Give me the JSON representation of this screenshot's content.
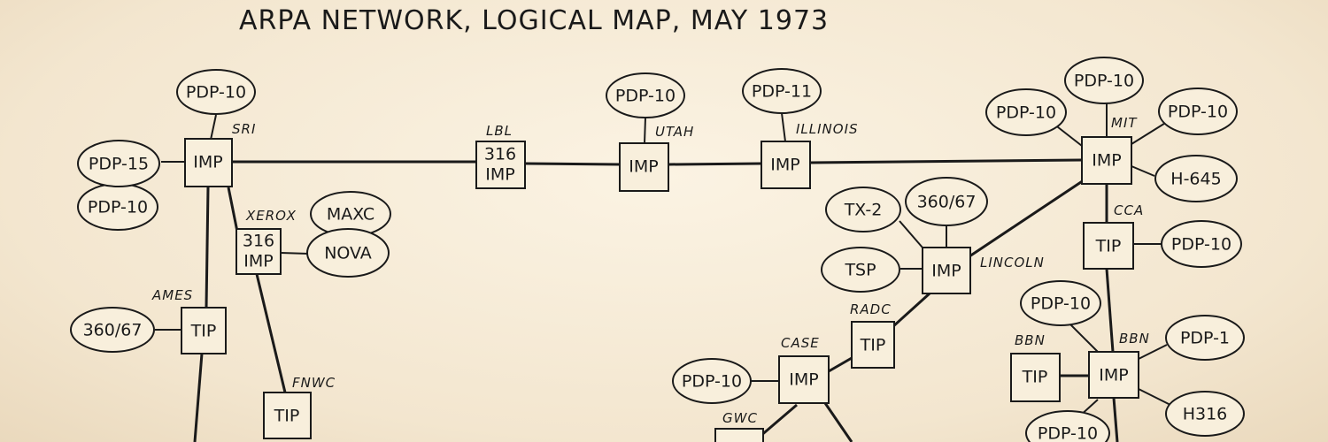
{
  "title": "ARPA NETWORK, LOGICAL MAP, MAY 1973",
  "site_labels": {
    "sri": "SRI",
    "lbl": "LBL",
    "utah": "UTAH",
    "illinois": "ILLINOIS",
    "mit": "MIT",
    "xerox": "XEROX",
    "ames": "AMES",
    "fnwc": "FNWC",
    "cca": "CCA",
    "lincoln": "LINCOLN",
    "radc": "RADC",
    "case": "CASE",
    "gwc": "GWC",
    "bbn_tip": "BBN",
    "bbn_imp": "BBN"
  },
  "nodes": {
    "sri_imp": "IMP",
    "lbl_imp_1": "316",
    "lbl_imp_2": "IMP",
    "utah_imp": "IMP",
    "illinois_imp": "IMP",
    "mit_imp": "IMP",
    "xerox_imp_1": "316",
    "xerox_imp_2": "IMP",
    "ames_tip": "TIP",
    "fnwc_tip": "TIP",
    "cca_tip": "TIP",
    "lincoln_imp": "IMP",
    "radc_tip": "TIP",
    "case_imp": "IMP",
    "bbn_tip": "TIP",
    "bbn_imp": "IMP"
  },
  "hosts": {
    "sri_pdp10": "PDP-10",
    "sri_pdp15": "PDP-15",
    "sri_pdp10b": "PDP-10",
    "utah_pdp10": "PDP-10",
    "illinois_pdp11": "PDP-11",
    "mit_pdp10_top": "PDP-10",
    "mit_pdp10_left": "PDP-10",
    "mit_pdp10_right": "PDP-10",
    "mit_h645": "H-645",
    "xerox_maxc": "MAXC",
    "xerox_nova": "NOVA",
    "ames_360": "360/67",
    "cca_pdp10": "PDP-10",
    "lincoln_tx2": "TX-2",
    "lincoln_360": "360/67",
    "lincoln_tsp": "TSP",
    "case_pdp10": "PDP-10",
    "bbn_pdp10_top": "PDP-10",
    "bbn_pdp1": "PDP-1",
    "bbn_h316": "H316",
    "bbn_pdp10_bottom": "PDP-10"
  }
}
